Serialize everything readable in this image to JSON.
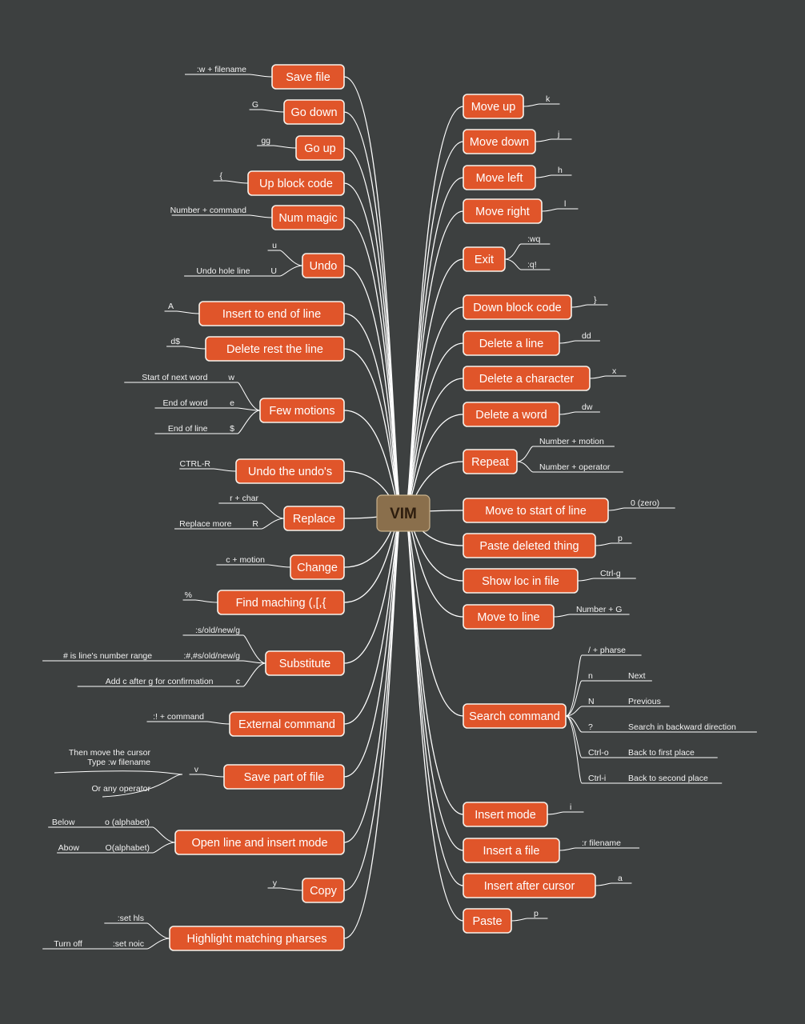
{
  "root": "VIM",
  "colors": {
    "background": "#3d4040",
    "topic": "#e0552a",
    "topic_border": "#f7f1ea",
    "root": "#8a6f4c",
    "line": "#ffffff"
  },
  "left": [
    {
      "label": "Save file",
      "leaves": [
        {
          "text": ":w + filename"
        }
      ]
    },
    {
      "label": "Go down",
      "leaves": [
        {
          "text": "G"
        }
      ]
    },
    {
      "label": "Go up",
      "leaves": [
        {
          "text": "gg"
        }
      ]
    },
    {
      "label": "Up block code",
      "leaves": [
        {
          "text": "{"
        }
      ]
    },
    {
      "label": "Num magic",
      "leaves": [
        {
          "text": "Number + command"
        }
      ]
    },
    {
      "label": "Undo",
      "leaves": [
        {
          "text": "u"
        },
        {
          "text": "U",
          "note": "Undo hole line"
        }
      ]
    },
    {
      "label": "Insert to end of line",
      "leaves": [
        {
          "text": "A"
        }
      ]
    },
    {
      "label": "Delete rest the line",
      "leaves": [
        {
          "text": "d$"
        }
      ]
    },
    {
      "label": "Few motions",
      "leaves": [
        {
          "text": "w",
          "note": "Start of next word"
        },
        {
          "text": "e",
          "note": "End of word"
        },
        {
          "text": "$",
          "note": "End of line"
        }
      ]
    },
    {
      "label": "Undo the undo's",
      "leaves": [
        {
          "text": "CTRL-R"
        }
      ]
    },
    {
      "label": "Replace",
      "leaves": [
        {
          "text": "r + char"
        },
        {
          "text": "R",
          "note": "Replace more"
        }
      ]
    },
    {
      "label": "Change",
      "leaves": [
        {
          "text": "c + motion"
        }
      ]
    },
    {
      "label": "Find maching (,[,{",
      "leaves": [
        {
          "text": "%"
        }
      ]
    },
    {
      "label": "Substitute",
      "leaves": [
        {
          "text": ":s/old/new/g"
        },
        {
          "text": ":#,#s/old/new/g",
          "note": "# is line's number range"
        },
        {
          "text": "c",
          "note": "Add c after g for confirmation"
        }
      ]
    },
    {
      "label": "External command",
      "leaves": [
        {
          "text": ":! + command"
        }
      ]
    },
    {
      "label": "Save part of file",
      "leaves": [
        {
          "text": "v",
          "subs": [
            "Then move the cursor",
            "Type :w filename",
            "Or any operator"
          ]
        }
      ]
    },
    {
      "label": "Open line and insert mode",
      "leaves": [
        {
          "text": "o (alphabet)",
          "note": "Below"
        },
        {
          "text": "O(alphabet)",
          "note": "Abow"
        }
      ]
    },
    {
      "label": "Copy",
      "leaves": [
        {
          "text": "y"
        }
      ]
    },
    {
      "label": "Highlight matching pharses",
      "leaves": [
        {
          "text": ":set hls"
        },
        {
          "text": ":set noic",
          "note": "Turn off"
        }
      ]
    }
  ],
  "right": [
    {
      "label": "Move up",
      "leaves": [
        {
          "text": "k"
        }
      ]
    },
    {
      "label": "Move down",
      "leaves": [
        {
          "text": "j"
        }
      ]
    },
    {
      "label": "Move left",
      "leaves": [
        {
          "text": "h"
        }
      ]
    },
    {
      "label": "Move right",
      "leaves": [
        {
          "text": "l"
        }
      ]
    },
    {
      "label": "Exit",
      "leaves": [
        {
          "text": ":wq"
        },
        {
          "text": ":q!"
        }
      ]
    },
    {
      "label": "Down block code",
      "leaves": [
        {
          "text": "}"
        }
      ]
    },
    {
      "label": "Delete a line",
      "leaves": [
        {
          "text": "dd"
        }
      ]
    },
    {
      "label": "Delete a character",
      "leaves": [
        {
          "text": "x"
        }
      ]
    },
    {
      "label": "Delete a word",
      "leaves": [
        {
          "text": "dw"
        }
      ]
    },
    {
      "label": "Repeat",
      "leaves": [
        {
          "text": "Number + motion"
        },
        {
          "text": "Number + operator"
        }
      ]
    },
    {
      "label": "Move to start of line",
      "leaves": [
        {
          "text": "0 (zero)"
        }
      ]
    },
    {
      "label": "Paste deleted thing",
      "leaves": [
        {
          "text": "p"
        }
      ]
    },
    {
      "label": "Show loc in file",
      "leaves": [
        {
          "text": "Ctrl-g"
        }
      ]
    },
    {
      "label": "Move to line",
      "leaves": [
        {
          "text": "Number + G"
        }
      ]
    },
    {
      "label": "Search command",
      "leaves": [
        {
          "text": "/ + pharse"
        },
        {
          "text": "n",
          "note": "Next"
        },
        {
          "text": "N",
          "note": "Previous"
        },
        {
          "text": "?",
          "note": "Search in backward direction"
        },
        {
          "text": "Ctrl-o",
          "note": "Back to first place"
        },
        {
          "text": "Ctrl-i",
          "note": "Back to second place"
        }
      ]
    },
    {
      "label": "Insert mode",
      "leaves": [
        {
          "text": "i"
        }
      ]
    },
    {
      "label": "Insert a file",
      "leaves": [
        {
          "text": ":r filename"
        }
      ]
    },
    {
      "label": "Insert after cursor",
      "leaves": [
        {
          "text": "a"
        }
      ]
    },
    {
      "label": "Paste",
      "leaves": [
        {
          "text": "p"
        }
      ]
    }
  ]
}
